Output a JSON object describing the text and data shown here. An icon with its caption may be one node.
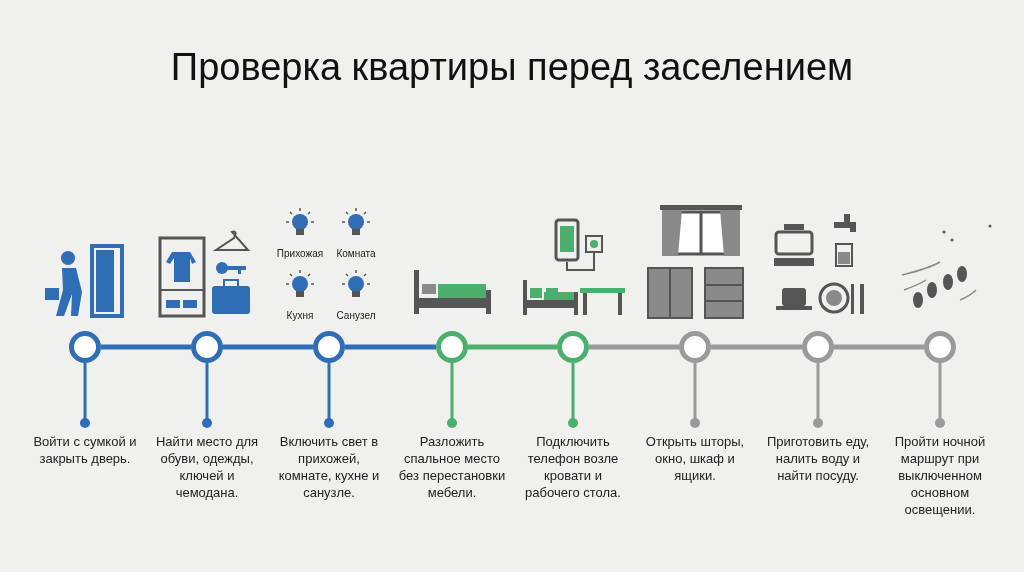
{
  "diagram": {
    "title": "Проверка квартиры перед заселением",
    "nodes": [
      {
        "text": [],
        "shape": "circle"
      },
      {
        "text": [],
        "shape": "circle"
      },
      {
        "text": [],
        "shape": "circle"
      },
      {
        "text": [],
        "shape": "circle"
      },
      {
        "text": [],
        "shape": "circle"
      },
      {
        "text": [],
        "shape": "circle"
      },
      {
        "text": [],
        "shape": "circle"
      },
      {
        "text": [],
        "shape": "circle"
      },
      {
        "text": [
          "Войти с сумкой и закрыть дверь."
        ]
      },
      {
        "text": [
          "Найти место для обуви, одежды, ключей и чемодана."
        ]
      },
      {
        "text": [
          "Включить свет в прихожей, комнате, кухне и санузле."
        ]
      },
      {
        "text": [
          "Разложить спальное место без перестановки мебели."
        ]
      },
      {
        "text": [
          "Подключить телефон возле кровати и рабочего стола."
        ]
      },
      {
        "text": [
          "Открыть шторы, окно, шкаф и ящики."
        ]
      },
      {
        "text": [
          "Приготовить еду, налить воду и найти посуду."
        ]
      },
      {
        "text": [
          "Пройти ночной маршрут при выключенном основном освещении."
        ]
      }
    ],
    "edges": [
      {
        "from": 0,
        "to": 1,
        "arrow": "none"
      },
      {
        "from": 1,
        "to": 2,
        "arrow": "none"
      },
      {
        "from": 2,
        "to": 3,
        "arrow": "none"
      },
      {
        "from": 3,
        "to": 4,
        "arrow": "none",
        "color": "#4caf6e"
      },
      {
        "from": 4,
        "to": 5,
        "arrow": "none",
        "color": "#9a9a9a"
      },
      {
        "from": 5,
        "to": 6,
        "arrow": "none",
        "color": "#9a9a9a"
      },
      {
        "from": 6,
        "to": 7,
        "arrow": "none",
        "color": "#9a9a9a"
      },
      {
        "from": 0,
        "to": 8,
        "arrow": "other"
      },
      {
        "from": 1,
        "to": 9,
        "arrow": "other"
      },
      {
        "from": 2,
        "to": 10,
        "arrow": "other"
      },
      {
        "from": 3,
        "to": 11,
        "arrow": "other",
        "color": "#4caf6e"
      },
      {
        "from": 4,
        "to": 12,
        "arrow": "other",
        "color": "#4caf6e"
      },
      {
        "from": 5,
        "to": 13,
        "arrow": "other",
        "color": "#9a9a9a"
      },
      {
        "from": 6,
        "to": 14,
        "arrow": "other",
        "color": "#9a9a9a"
      },
      {
        "from": 7,
        "to": 15,
        "arrow": "other",
        "color": "#9a9a9a"
      }
    ],
    "labels": [
      "Прихожая",
      "Комната",
      "Кухня",
      "Санузел"
    ]
  }
}
